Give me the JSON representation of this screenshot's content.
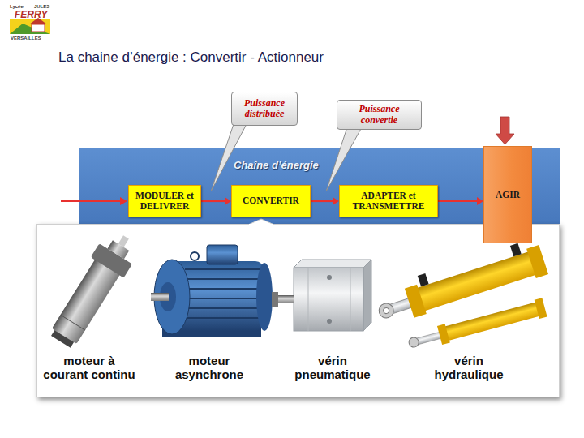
{
  "diagram": {
    "title": "La chaine d’énergie : Convertir - Actionneur",
    "nodes": [
      {
        "text": [
          "Chaîne d’énergie"
        ]
      },
      {
        "text": [
          "MODULER et DELIVRER"
        ],
        "in": 0
      },
      {
        "text": [
          "CONVERTIR"
        ],
        "in": 0
      },
      {
        "text": [
          "ADAPTER et TRANSMETTRE"
        ],
        "in": 0
      },
      {
        "text": [
          "AGIR"
        ]
      },
      {
        "text": [
          "Puissance distribuée"
        ]
      },
      {
        "text": [
          "Puissance convertie"
        ]
      }
    ],
    "edges": [
      {
        "from": 1,
        "to": 2,
        "arrow": "to"
      },
      {
        "from": 2,
        "to": 3,
        "arrow": "to"
      },
      {
        "from": 3,
        "to": 4,
        "arrow": "to"
      }
    ],
    "labels": [
      "Lycée",
      "JULES",
      "FERRY",
      "VERSAILLES",
      "moteur à courant continu",
      "moteur asynchrone",
      "vérin pneumatique",
      "vérin hydraulique"
    ]
  }
}
